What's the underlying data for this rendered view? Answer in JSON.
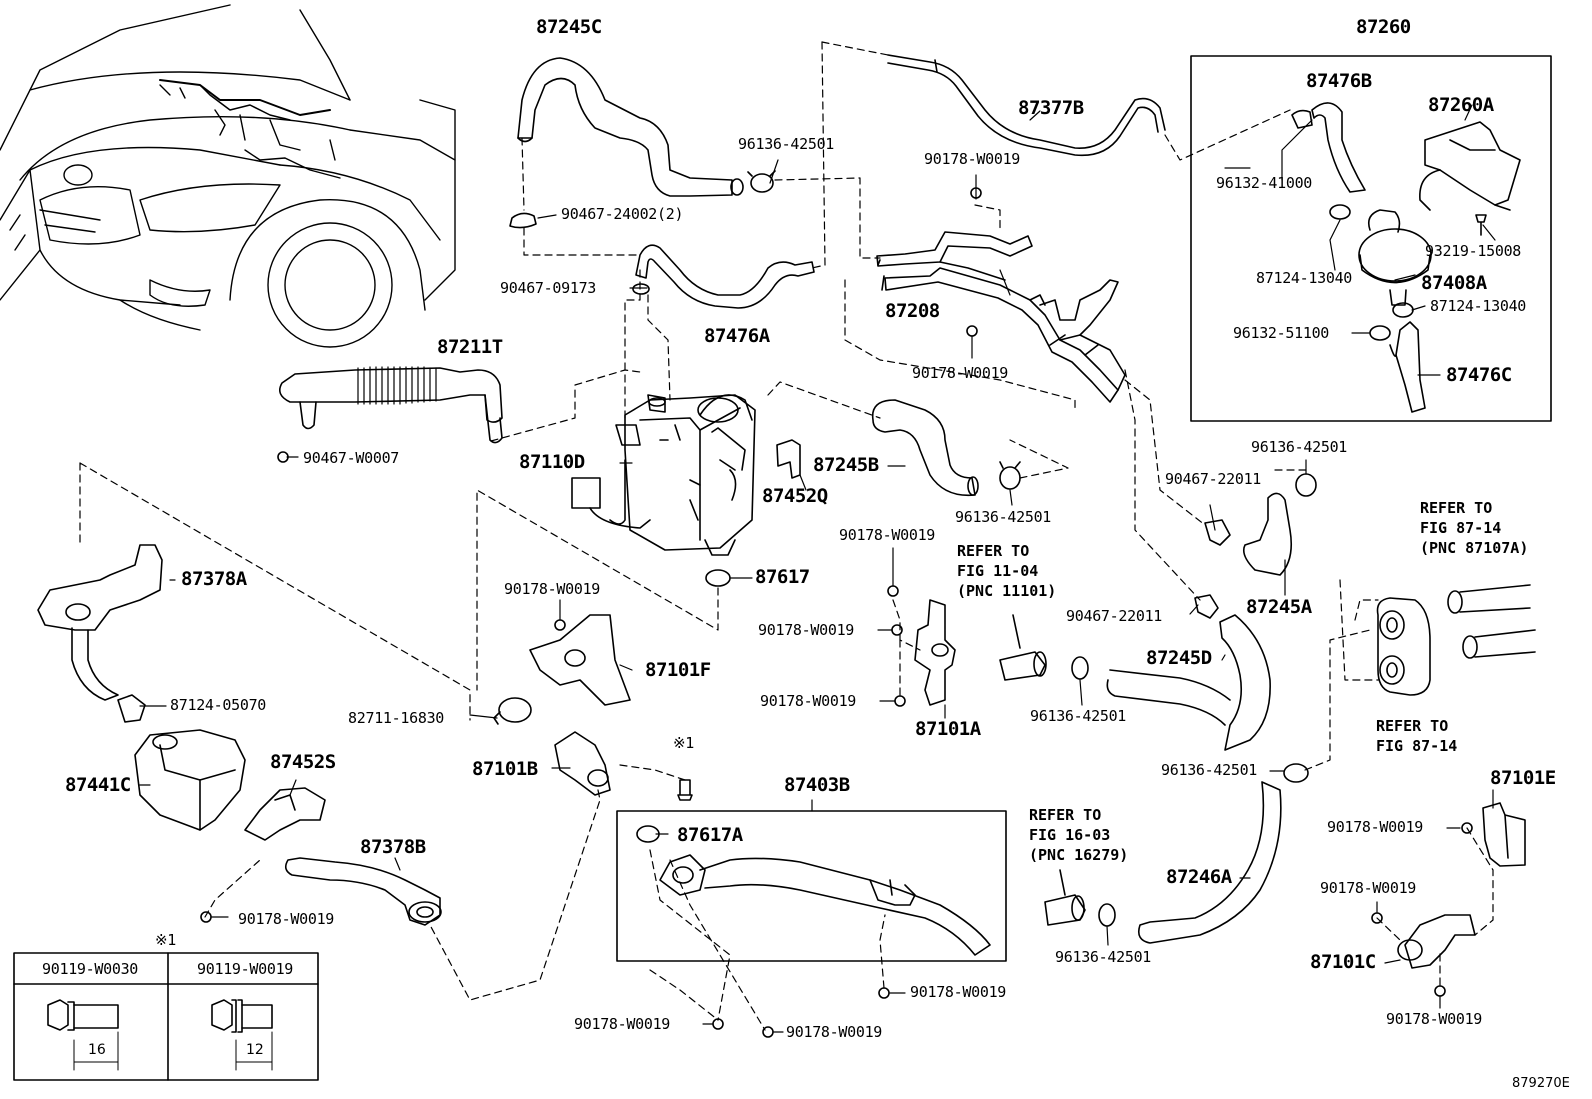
{
  "figure_id": "879270E",
  "pnc_labels": {
    "p87245C": "87245C",
    "p87260": "87260",
    "p87476B": "87476B",
    "p87260A": "87260A",
    "p87377B": "87377B",
    "p87208": "87208",
    "p87476A": "87476A",
    "p87211T": "87211T",
    "p87110D": "87110D",
    "p87245B": "87245B",
    "p87452Q": "87452Q",
    "p87408A": "87408A",
    "p87476C": "87476C",
    "p87378A": "87378A",
    "p87617": "87617",
    "p87101F": "87101F",
    "p87245A": "87245A",
    "p87245D": "87245D",
    "p87101A": "87101A",
    "p87441C": "87441C",
    "p87452S": "87452S",
    "p87101B": "87101B",
    "p87403B": "87403B",
    "p87617A": "87617A",
    "p87378B": "87378B",
    "p87246A": "87246A",
    "p87101E": "87101E",
    "p87101C": "87101C"
  },
  "part_numbers": {
    "n96136_42501_a": "96136-42501",
    "n90467_24002": "90467-24002(2)",
    "n90178_W0019_a": "90178-W0019",
    "n96132_41000": "96132-41000",
    "n93219_15008": "93219-15008",
    "n87124_13040_a": "87124-13040",
    "n87124_13040_b": "87124-13040",
    "n96132_51100": "96132-51100",
    "n90467_09173": "90467-09173",
    "n90178_W0019_b": "90178-W0019",
    "n90467_W0007": "90467-W0007",
    "n96136_42501_b": "96136-42501",
    "n96136_42501_c": "96136-42501",
    "n90467_22011_a": "90467-22011",
    "n90178_W0019_c": "90178-W0019",
    "n90178_W0019_d": "90178-W0019",
    "n90467_22011_b": "90467-22011",
    "n90178_W0019_e": "90178-W0019",
    "n87124_05070": "87124-05070",
    "n90178_W0019_f": "90178-W0019",
    "n82711_16830": "82711-16830",
    "n96136_42501_d": "96136-42501",
    "n96136_42501_e": "96136-42501",
    "n90178_W0019_g": "90178-W0019",
    "n90178_W0019_h": "90178-W0019",
    "n90178_W0019_i": "90178-W0019",
    "n90178_W0019_j": "90178-W0019",
    "n90178_W0019_k": "90178-W0019",
    "n90178_W0019_l": "90178-W0019",
    "n96136_42501_f": "96136-42501",
    "n90178_W0019_m": "90178-W0019"
  },
  "references": {
    "fig_11_04": [
      "REFER TO",
      "FIG 11-04",
      "(PNC 11101)"
    ],
    "fig_87_14_top": [
      "REFER TO",
      "FIG 87-14",
      "(PNC 87107A)"
    ],
    "fig_87_14_bottom": [
      "REFER TO",
      "FIG 87-14"
    ],
    "fig_16_03": [
      "REFER TO",
      "FIG 16-03",
      "(PNC 16279)"
    ]
  },
  "legend": {
    "marker": "※1",
    "marker_small": "※1",
    "col1_part": "90119-W0030",
    "col2_part": "90119-W0019",
    "col1_dim": "16",
    "col2_dim": "12"
  }
}
